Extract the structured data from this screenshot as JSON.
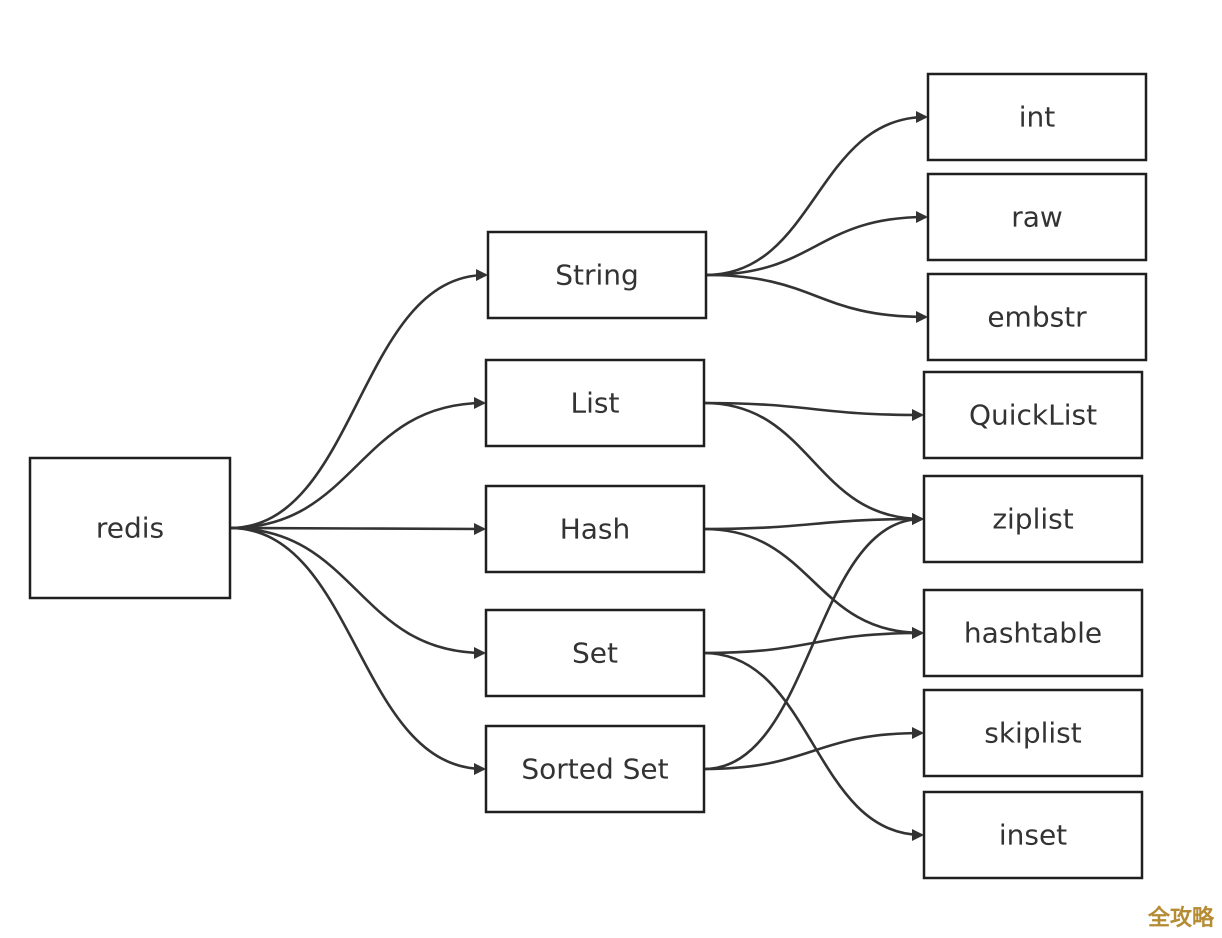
{
  "diagram": {
    "nodes": [
      {
        "id": "redis",
        "label": "redis"
      },
      {
        "id": "string",
        "label": "String"
      },
      {
        "id": "list",
        "label": "List"
      },
      {
        "id": "hash",
        "label": "Hash"
      },
      {
        "id": "set",
        "label": "Set"
      },
      {
        "id": "zset",
        "label": "Sorted Set"
      },
      {
        "id": "int",
        "label": "int"
      },
      {
        "id": "raw",
        "label": "raw"
      },
      {
        "id": "embstr",
        "label": "embstr"
      },
      {
        "id": "quicklist",
        "label": "QuickList"
      },
      {
        "id": "ziplist",
        "label": "ziplist"
      },
      {
        "id": "hashtable",
        "label": "hashtable"
      },
      {
        "id": "skiplist",
        "label": "skiplist"
      },
      {
        "id": "inset",
        "label": "inset"
      }
    ],
    "edges": [
      {
        "from": "redis",
        "to": "string"
      },
      {
        "from": "redis",
        "to": "list"
      },
      {
        "from": "redis",
        "to": "hash"
      },
      {
        "from": "redis",
        "to": "set"
      },
      {
        "from": "redis",
        "to": "zset"
      },
      {
        "from": "string",
        "to": "int"
      },
      {
        "from": "string",
        "to": "raw"
      },
      {
        "from": "string",
        "to": "embstr"
      },
      {
        "from": "list",
        "to": "quicklist"
      },
      {
        "from": "list",
        "to": "ziplist"
      },
      {
        "from": "hash",
        "to": "ziplist"
      },
      {
        "from": "hash",
        "to": "hashtable"
      },
      {
        "from": "set",
        "to": "hashtable"
      },
      {
        "from": "set",
        "to": "inset"
      },
      {
        "from": "zset",
        "to": "ziplist"
      },
      {
        "from": "zset",
        "to": "skiplist"
      }
    ]
  },
  "watermark": "全攻略",
  "colors": {
    "stroke": "#1f1f1f",
    "edge": "#333333",
    "text": "#333333",
    "watermark": "#b58b33"
  }
}
